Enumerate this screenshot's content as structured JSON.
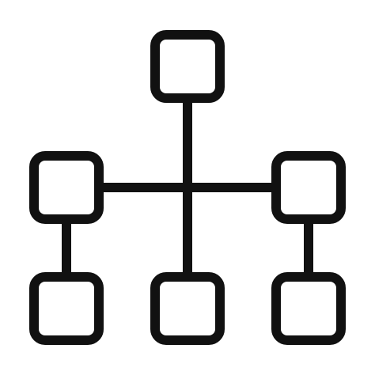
{
  "icon": {
    "name": "hierarchy-network-icon",
    "stroke_color": "#111111",
    "background_color": "#ffffff",
    "nodes": [
      {
        "id": "top"
      },
      {
        "id": "middle-left"
      },
      {
        "id": "middle-right"
      },
      {
        "id": "bottom-left"
      },
      {
        "id": "bottom-center"
      },
      {
        "id": "bottom-right"
      }
    ],
    "connectors": [
      {
        "from": "top",
        "to": "bottom-center"
      },
      {
        "from": "middle-left",
        "to": "middle-right"
      },
      {
        "from": "middle-left",
        "to": "bottom-left"
      },
      {
        "from": "middle-right",
        "to": "bottom-right"
      }
    ]
  }
}
